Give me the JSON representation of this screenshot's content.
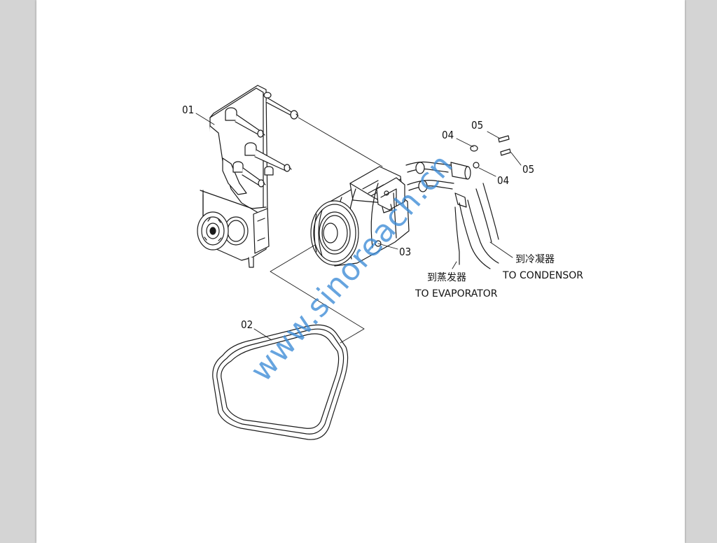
{
  "diagram": {
    "callouts": {
      "c01": "01",
      "c02": "02",
      "c03": "03",
      "c04a": "04",
      "c04b": "04",
      "c05a": "05",
      "c05b": "05"
    },
    "captions": {
      "evaporator_cn": "到蒸发器",
      "evaporator_en": "TO EVAPORATOR",
      "condenser_cn": "到冷凝器",
      "condenser_en": "TO CONDENSOR"
    },
    "watermark": "www.sinoreach.cn",
    "line_color": "#1a1a1a",
    "watermark_color": "#3b8ad6"
  }
}
